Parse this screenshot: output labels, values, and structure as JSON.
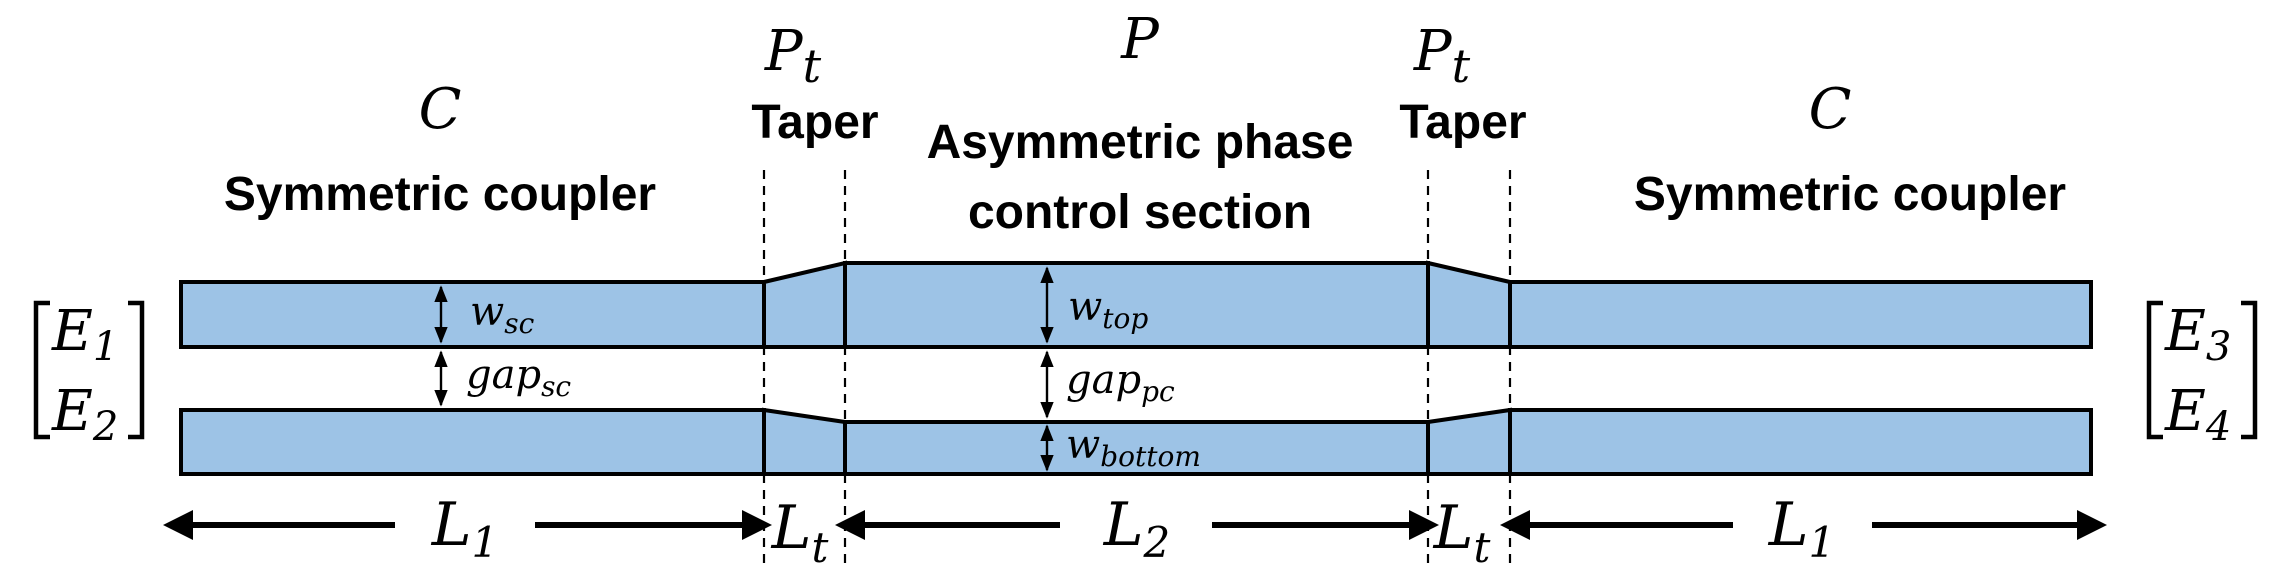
{
  "sections": {
    "left_coupler": {
      "symbol": "C",
      "label": "Symmetric coupler"
    },
    "left_taper": {
      "symbol": "P",
      "subscript": "t",
      "label": "Taper"
    },
    "phase_section": {
      "symbol": "P",
      "label_line1": "Asymmetric phase",
      "label_line2": "control section"
    },
    "right_taper": {
      "symbol": "P",
      "subscript": "t",
      "label": "Taper"
    },
    "right_coupler": {
      "symbol": "C",
      "label": "Symmetric coupler"
    }
  },
  "inputs": {
    "top_base": "E",
    "top_sub": "1",
    "bottom_base": "E",
    "bottom_sub": "2"
  },
  "outputs": {
    "top_base": "E",
    "top_sub": "3",
    "bottom_base": "E",
    "bottom_sub": "4"
  },
  "dimensions": {
    "w_sc": {
      "base": "w",
      "sub": "sc"
    },
    "gap_sc": {
      "base": "gap",
      "sub": "sc"
    },
    "w_top": {
      "base": "w",
      "sub": "top"
    },
    "gap_pc": {
      "base": "gap",
      "sub": "pc"
    },
    "w_bottom": {
      "base": "w",
      "sub": "bottom"
    }
  },
  "lengths": {
    "L1_left": {
      "base": "L",
      "sub": "1"
    },
    "Lt_left": {
      "base": "L",
      "sub": "t"
    },
    "L2": {
      "base": "L",
      "sub": "2"
    },
    "Lt_right": {
      "base": "L",
      "sub": "t"
    },
    "L1_right": {
      "base": "L",
      "sub": "1"
    }
  },
  "colors": {
    "waveguide_fill": "#9dc3e6",
    "outline": "#000000"
  }
}
